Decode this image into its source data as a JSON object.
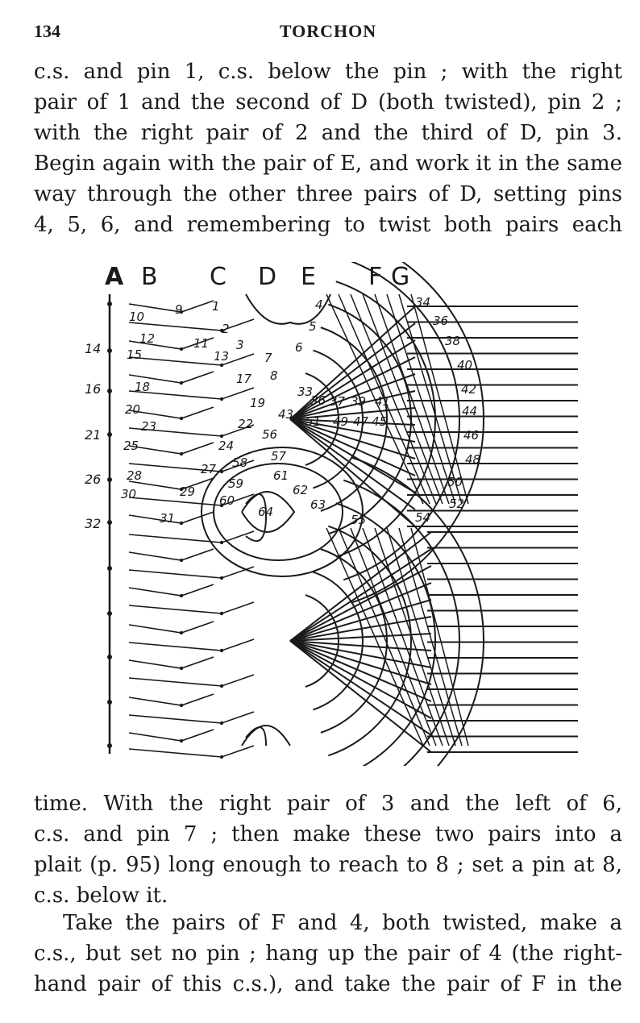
{
  "header": {
    "page_number": "134",
    "running_head": "TORCHON"
  },
  "paragraph_1": [
    "c.s. and pin 1, c.s. below the pin ; with the right",
    "pair of 1 and the second of D (both twisted), pin 2 ;",
    "with the right pair of 2 and the third of D, pin 3.",
    "Begin again with the pair of E, and work it in the same",
    "way through the other three pairs of D, setting pins",
    "4, 5, 6, and remembering to twist both pairs each"
  ],
  "figure": {
    "column_labels": [
      "A",
      "B",
      "C",
      "D",
      "E",
      "F",
      "G"
    ],
    "row_labels": [
      "14",
      "16",
      "21",
      "26",
      "32"
    ],
    "pin_numbers": [
      "10",
      "9",
      "1",
      "12",
      "11",
      "2",
      "3",
      "15",
      "13",
      "7",
      "6",
      "5",
      "4",
      "18",
      "17",
      "8",
      "20",
      "19",
      "33",
      "36",
      "37",
      "39",
      "41",
      "43",
      "23",
      "22",
      "56",
      "51",
      "49",
      "47",
      "45",
      "25",
      "24",
      "57",
      "58",
      "28",
      "27",
      "61",
      "59",
      "30",
      "29",
      "62",
      "60",
      "31",
      "64",
      "63",
      "55",
      "54",
      "34",
      "36",
      "38",
      "40",
      "42",
      "44",
      "46",
      "48",
      "50",
      "52"
    ]
  },
  "paragraph_2": [
    "time.  With the right pair of 3 and the left of 6,",
    "c.s. and pin 7 ; then make these two pairs into a",
    "plait (p. 95) long enough to reach to 8 ; set a pin at 8,",
    "c.s. below it."
  ],
  "paragraph_3": [
    "Take the pairs of F and 4, both twisted, make a",
    "c.s., but set no pin ; hang up the pair of 4 (the right-",
    "hand pair of this c.s.), and take the pair of F in the"
  ]
}
